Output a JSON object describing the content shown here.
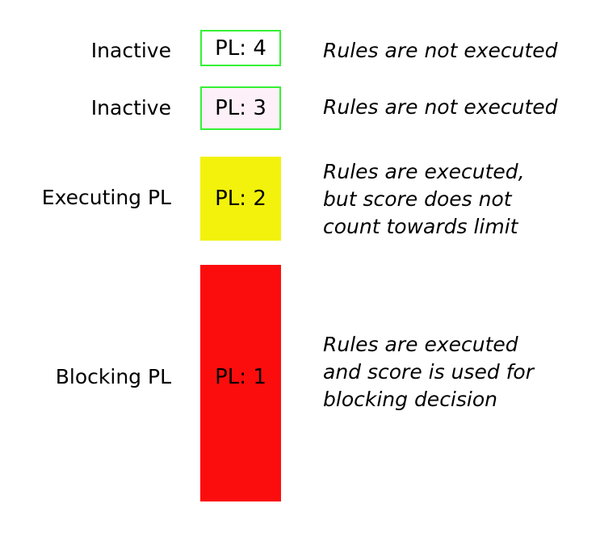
{
  "diagram": {
    "subject": "paranoia-levels",
    "colors": {
      "background": "#ffffff",
      "green_border": "#35f135",
      "pl3_fill": "#fdf0f9",
      "yellow": "#f2f20d",
      "red": "#fc0d0d",
      "text": "#000000"
    },
    "rows": [
      {
        "label": "Inactive",
        "box": {
          "text": "PL: 4",
          "fill": "#ffffff",
          "border": "#35f135"
        },
        "description": "Rules are not executed"
      },
      {
        "label": "Inactive",
        "box": {
          "text": "PL: 3",
          "fill": "#fdf0f9",
          "border": "#35f135"
        },
        "description": "Rules are not executed"
      },
      {
        "label": "Executing PL",
        "box": {
          "text": "PL: 2",
          "fill": "#f2f20d",
          "border": "#f2f20d"
        },
        "description": "Rules are executed,\nbut score does not\ncount towards limit"
      },
      {
        "label": "Blocking PL",
        "box": {
          "text": "PL: 1",
          "fill": "#fc0d0d",
          "border": "#fc0d0d"
        },
        "description": "Rules are executed\nand score is used for\nblocking decision"
      }
    ]
  }
}
